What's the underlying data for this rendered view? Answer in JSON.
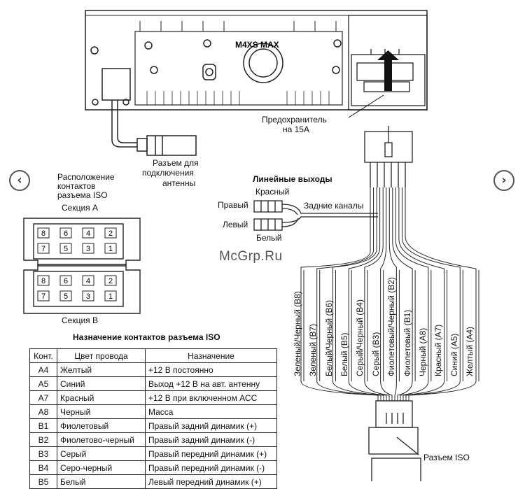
{
  "diagram": {
    "unit_brand": "M4XS MAX",
    "fuse_label": [
      "Предохранитель",
      "на 15А"
    ],
    "antenna_label": [
      "Разъем для",
      "подключения",
      "антенны"
    ],
    "iso_layout_label": [
      "Расположение",
      "контактов",
      "разъема ISO"
    ],
    "section_a_label": "Секция А",
    "section_b_label": "Секция В",
    "section_a_pins": [
      "8",
      "6",
      "4",
      "2",
      "7",
      "5",
      "3",
      "1"
    ],
    "section_b_pins": [
      "8",
      "6",
      "4",
      "2",
      "7",
      "5",
      "3",
      "1"
    ],
    "line_outputs_title": "Линейные выходы",
    "red_label": "Красный",
    "white_label": "Белый",
    "right_label": "Правый",
    "left_label": "Левый",
    "rear_channels_label": "Задние каналы",
    "iso_connector_label": "Разъем ISO",
    "wire_labels": [
      "Зеленый/Черный (B8)",
      "Зеленый (B7)",
      "Белый/Черный (B6)",
      "Белый (B5)",
      "Серый/Черный (B4)",
      "Серый (B3)",
      "Фиолетовый/Черный (B2)",
      "Фиолетовый (B1)",
      "Черный (A8)",
      "Красный (A7)",
      "Синий (A5)",
      "Желтый (A4)"
    ],
    "watermark": "McGrp.Ru"
  },
  "table": {
    "title": "Назначение контактов разъема ISO",
    "headers": [
      "Конт.",
      "Цвет провода",
      "Назначение"
    ],
    "rows": [
      [
        "A4",
        "Желтый",
        "+12 В постоянно"
      ],
      [
        "A5",
        "Синий",
        "Выход +12 В на авт. антенну"
      ],
      [
        "A7",
        "Красный",
        "+12 В при включенном АСС"
      ],
      [
        "A8",
        "Черный",
        "Масса"
      ],
      [
        "B1",
        "Фиолетовый",
        "Правый задний динамик (+)"
      ],
      [
        "B2",
        "Фиолетово-черный",
        "Правый задний динамик (-)"
      ],
      [
        "B3",
        "Серый",
        "Правый передний динамик (+)"
      ],
      [
        "B4",
        "Серо-черный",
        "Правый передний динамик (-)"
      ],
      [
        "B5",
        "Белый",
        "Левый передний динамик (+)"
      ]
    ]
  },
  "nav": {
    "prev_icon": "chevron-left-icon",
    "next_icon": "chevron-right-icon",
    "prev_glyph": "‹",
    "next_glyph": "›"
  }
}
